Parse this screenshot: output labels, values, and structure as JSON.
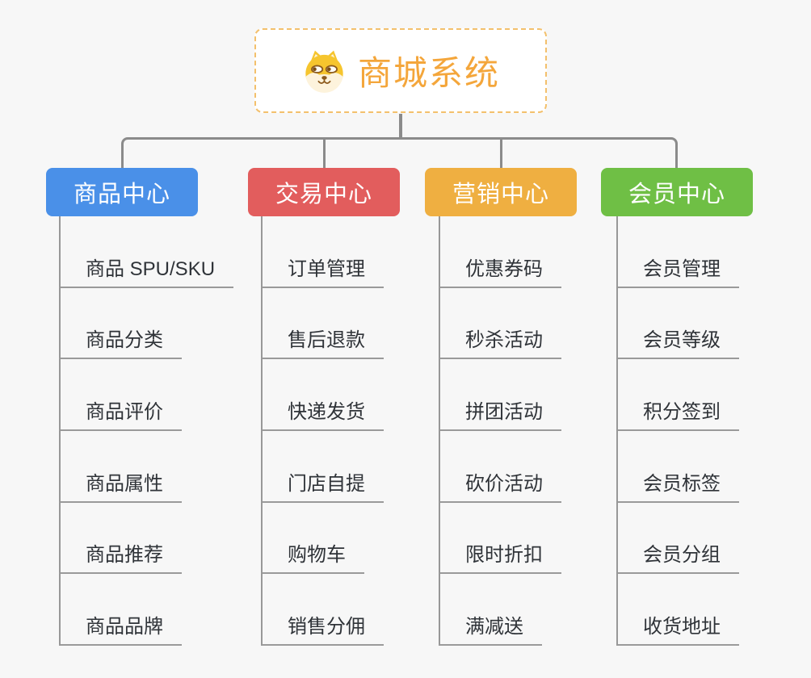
{
  "root": {
    "title": "商城系统",
    "icon": "shiba-dog-icon",
    "text_color": "#f4a63b",
    "border_color": "#f3c06c"
  },
  "connector_color": "#8b8b8b",
  "branches": [
    {
      "label": "商品中心",
      "color": "#4a90e8",
      "children": [
        "商品 SPU/SKU",
        "商品分类",
        "商品评价",
        "商品属性",
        "商品推荐",
        "商品品牌"
      ]
    },
    {
      "label": "交易中心",
      "color": "#e25d5d",
      "children": [
        "订单管理",
        "售后退款",
        "快递发货",
        "门店自提",
        "购物车",
        "销售分佣"
      ]
    },
    {
      "label": "营销中心",
      "color": "#efaf41",
      "children": [
        "优惠券码",
        "秒杀活动",
        "拼团活动",
        "砍价活动",
        "限时折扣",
        "满减送"
      ]
    },
    {
      "label": "会员中心",
      "color": "#6fbf45",
      "children": [
        "会员管理",
        "会员等级",
        "积分签到",
        "会员标签",
        "会员分组",
        "收货地址"
      ]
    }
  ]
}
